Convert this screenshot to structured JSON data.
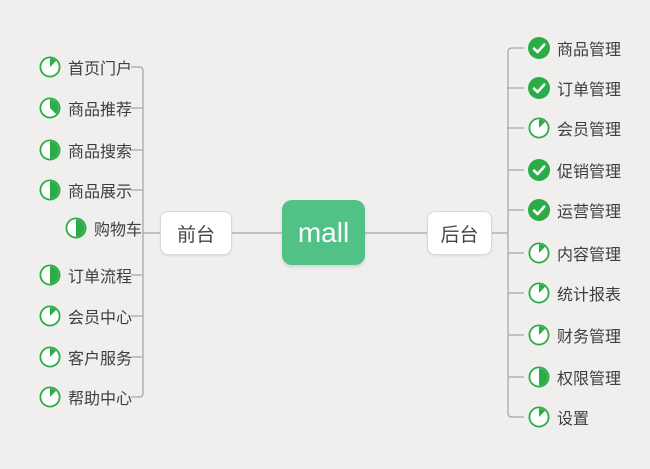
{
  "root": {
    "label": "mall"
  },
  "branches": {
    "front": {
      "label": "前台"
    },
    "back": {
      "label": "后台"
    }
  },
  "front_items": [
    {
      "label": "首页门户",
      "progress": 0.125
    },
    {
      "label": "商品推荐",
      "progress": 0.375
    },
    {
      "label": "商品搜索",
      "progress": 0.5
    },
    {
      "label": "商品展示",
      "progress": 0.5
    },
    {
      "label": "购物车",
      "progress": 0.5
    },
    {
      "label": "订单流程",
      "progress": 0.5
    },
    {
      "label": "会员中心",
      "progress": 0.125
    },
    {
      "label": "客户服务",
      "progress": 0.125
    },
    {
      "label": "帮助中心",
      "progress": 0.125
    }
  ],
  "back_items": [
    {
      "label": "商品管理",
      "progress": "done"
    },
    {
      "label": "订单管理",
      "progress": "done"
    },
    {
      "label": "会员管理",
      "progress": 0.125
    },
    {
      "label": "促销管理",
      "progress": "done"
    },
    {
      "label": "运营管理",
      "progress": "done"
    },
    {
      "label": "内容管理",
      "progress": 0.125
    },
    {
      "label": "统计报表",
      "progress": 0.125
    },
    {
      "label": "财务管理",
      "progress": 0.125
    },
    {
      "label": "权限管理",
      "progress": 0.5
    },
    {
      "label": "设置",
      "progress": 0.125
    }
  ],
  "colors": {
    "icon_green": "#2bac47",
    "node_green": "#51c185",
    "line_gray": "#a8a8a8",
    "background": "#f0efed"
  }
}
